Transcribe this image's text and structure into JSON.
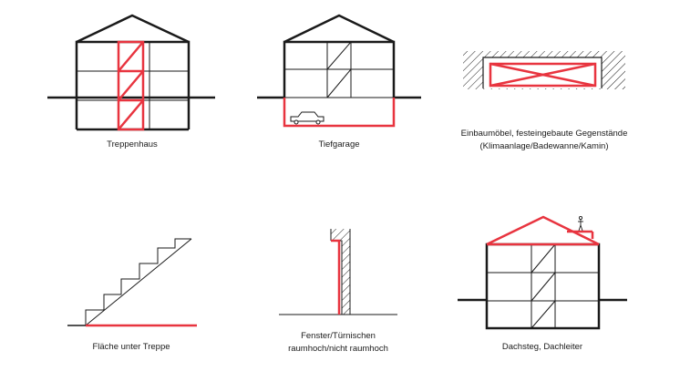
{
  "colors": {
    "ink": "#1a1a1a",
    "accent": "#e8343f",
    "background": "#ffffff"
  },
  "panels": [
    {
      "id": "treppenhaus",
      "caption_lines": [
        "Treppenhaus"
      ]
    },
    {
      "id": "tiefgarage",
      "caption_lines": [
        "Tiefgarage"
      ]
    },
    {
      "id": "einbaumoebel",
      "caption_lines": [
        "Einbaumöbel, festeingebaute Gegenstände",
        "(Klimaanlage/Badewanne/Kamin)"
      ]
    },
    {
      "id": "flaeche-unter-treppe",
      "caption_lines": [
        "Fläche unter Treppe"
      ]
    },
    {
      "id": "fensternischen",
      "caption_lines": [
        "Fenster/Türnischen",
        "raumhoch/nicht raumhoch"
      ]
    },
    {
      "id": "dachsteg",
      "caption_lines": [
        "Dachsteg, Dachleiter"
      ]
    }
  ]
}
